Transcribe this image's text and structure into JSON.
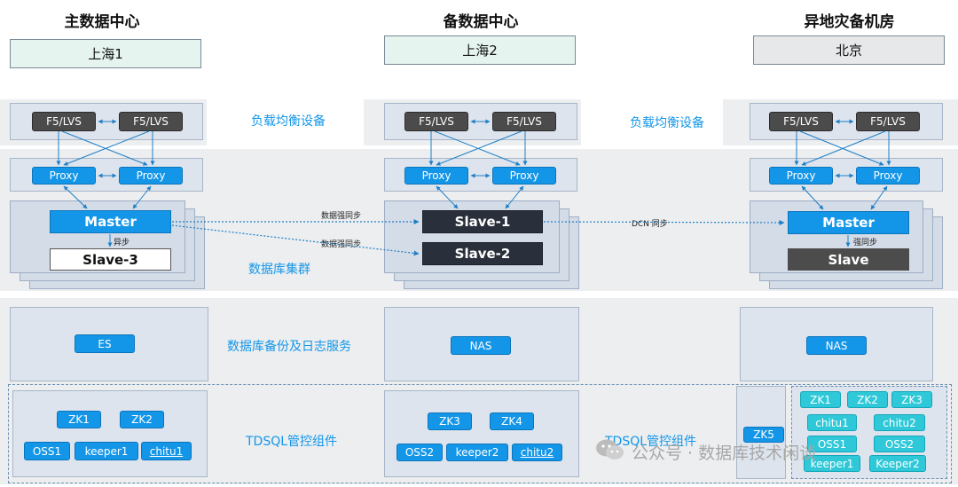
{
  "sites": {
    "main": {
      "title": "主数据中心",
      "city": "上海1"
    },
    "backup": {
      "title": "备数据中心",
      "city": "上海2"
    },
    "remote": {
      "title": "异地灾备机房",
      "city": "北京"
    }
  },
  "layers": {
    "load_balancer": "负载均衡设备",
    "db_cluster": "数据库集群",
    "backup_log": "数据库备份及日志服务",
    "tdsql_mgmt": "TDSQL管控组件"
  },
  "lb": {
    "f5": "F5/LVS",
    "proxy": "Proxy"
  },
  "db": {
    "master": "Master",
    "slave3": "Slave-3",
    "slave1": "Slave-1",
    "slave2": "Slave-2",
    "slave": "Slave",
    "async_sync": "异步",
    "strong_sync": "强同步",
    "data_strong_sync": "数据强同步",
    "dcn_sync": "DCN 同步"
  },
  "storage": {
    "es": "ES",
    "nas": "NAS"
  },
  "mgmt": {
    "main": {
      "zk": [
        "ZK1",
        "ZK2"
      ],
      "oss": "OSS1",
      "keeper": "keeper1",
      "chitu": "chitu1"
    },
    "backup": {
      "zk": [
        "ZK3",
        "ZK4"
      ],
      "oss": "OSS2",
      "keeper": "keeper2",
      "chitu": "chitu2"
    },
    "remote": {
      "zk5": "ZK5",
      "zk": [
        "ZK1",
        "ZK2",
        "ZK3"
      ],
      "chitu": [
        "chitu1",
        "chitu2"
      ],
      "oss": [
        "OSS1",
        "OSS2"
      ],
      "keeper": [
        "keeper1",
        "Keeper2"
      ]
    }
  },
  "watermark": "公众号 · 数据库技术闲谈",
  "colors": {
    "accent": "#1496e8",
    "cyan": "#2ec8d8",
    "dark": "#4b4b4b"
  }
}
